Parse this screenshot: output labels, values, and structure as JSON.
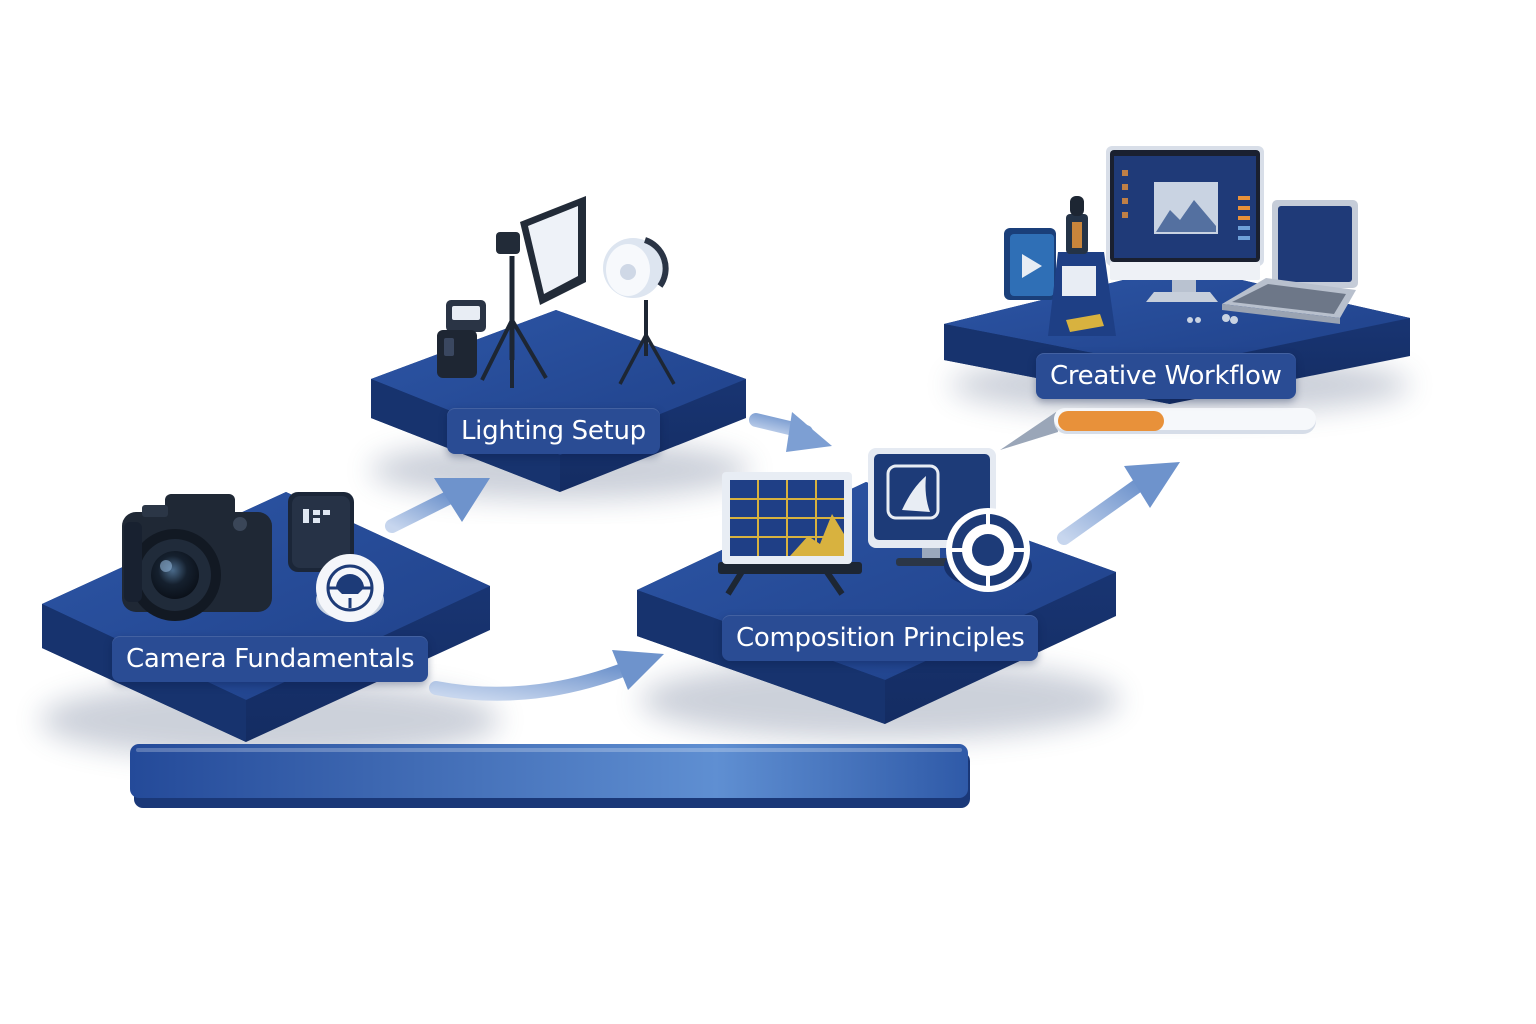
{
  "stages": [
    {
      "label": "Camera Fundamentals",
      "icons": [
        "dslr-camera-icon",
        "camera-menu-icon",
        "aperture-icon"
      ]
    },
    {
      "label": "Lighting Setup",
      "icons": [
        "flash-unit-icon",
        "softbox-icon",
        "beauty-dish-icon"
      ]
    },
    {
      "label": "Composition Principles",
      "icons": [
        "grid-chart-easel-icon",
        "framing-monitor-icon",
        "focus-target-icon"
      ]
    },
    {
      "label": "Creative Workflow",
      "icons": [
        "play-tile-icon",
        "ink-bottle-icon",
        "desktop-monitor-icon",
        "laptop-icon",
        "progress-pen-icon"
      ]
    }
  ],
  "colors": {
    "platform_top": "#24478f",
    "platform_side": "#1a3572",
    "arrow": "#7d9fd3",
    "accent_orange": "#e8913a",
    "accent_gold": "#d8b23f"
  }
}
